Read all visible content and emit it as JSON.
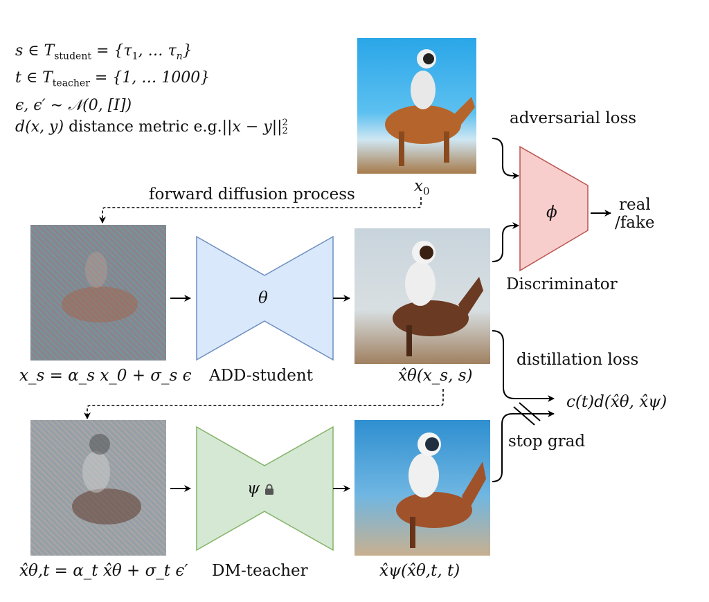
{
  "definitions": [
    "s ∈ T_student = {τ₁, … τₙ}",
    "t ∈ T_teacher = {1, … 1000}",
    "ϵ, ϵ′ ∼ 𝒩(0, [I])",
    "d(x, y) distance metric e.g. ||x − y||₂²"
  ],
  "def_parts": {
    "l1_a": "s ∈ T",
    "l1_sub": "student",
    "l1_b": " = {τ",
    "l1_s1": "1",
    "l1_c": ", … τ",
    "l1_sn": "n",
    "l1_d": "}",
    "l2_a": "t ∈ T",
    "l2_sub": "teacher",
    "l2_b": " = {1, … 1000}",
    "l3": "ϵ, ϵ′ ∼ 𝒩(0, [I])",
    "l4_a": "d(x, y)",
    "l4_b": " distance metric e.g.",
    "l4_c": "||x − y||",
    "l4_sup": "2",
    "l4_sub": "2"
  },
  "labels": {
    "forward_diffusion": "forward diffusion process",
    "x0": "x",
    "x0_sub": "0",
    "adversarial_loss": "adversarial loss",
    "discriminator": "Discriminator",
    "phi": "ϕ",
    "real_fake_1": "real",
    "real_fake_2": "/fake",
    "theta": "θ",
    "psi": "ψ",
    "add_student": "ADD-student",
    "dm_teacher": "DM-teacher",
    "distillation_loss": "distillation loss",
    "stop_grad": "stop grad",
    "loss_formula": "c(t)d(x̂θ, x̂ψ)",
    "xs_formula": "x_s = α_s x_0 + σ_s ϵ",
    "xhat_theta": "x̂θ(x_s, s)",
    "xhat_theta_t_formula": "x̂θ,t = α_t x̂θ + σ_t ϵ′",
    "xhat_psi": "x̂ψ(x̂θ,t, t)"
  },
  "images": {
    "real_image": "astronaut riding horse (real sample x0)",
    "noisy_student_input": "noisy image x_s",
    "student_output": "student generated astronaut on horse",
    "noisy_teacher_input": "re-noised student output",
    "teacher_output": "teacher denoised astronaut on horse"
  },
  "colors": {
    "student_fill": "#dae8fc",
    "student_stroke": "#6c8ebf",
    "teacher_fill": "#d5e8d4",
    "teacher_stroke": "#82b366",
    "disc_fill": "#f8cecc",
    "disc_stroke": "#b85450"
  }
}
